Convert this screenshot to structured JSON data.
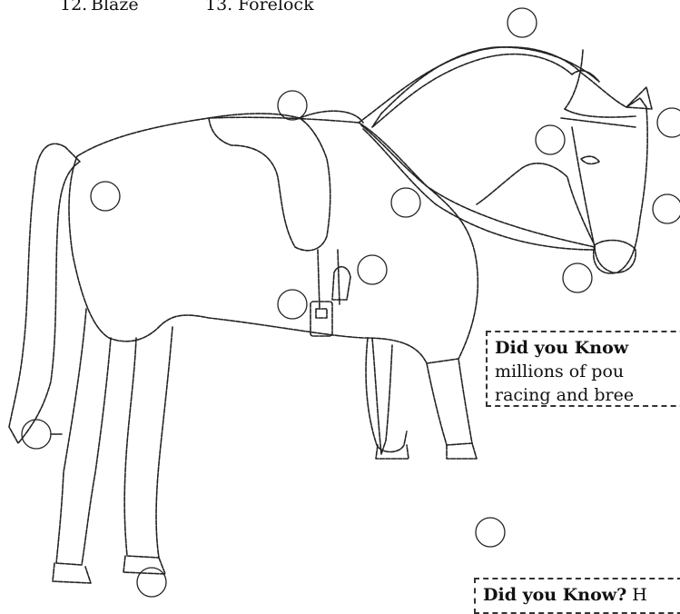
{
  "top_labels": [
    {
      "number": "12.",
      "text": "Blaze"
    },
    {
      "number": "13.",
      "text": "Forelock"
    }
  ],
  "callouts": [
    {
      "heading": "Did you Know",
      "lines": [
        "millions of pou",
        "racing and bree"
      ]
    },
    {
      "heading": "Did you Know?",
      "trail": "H"
    }
  ]
}
